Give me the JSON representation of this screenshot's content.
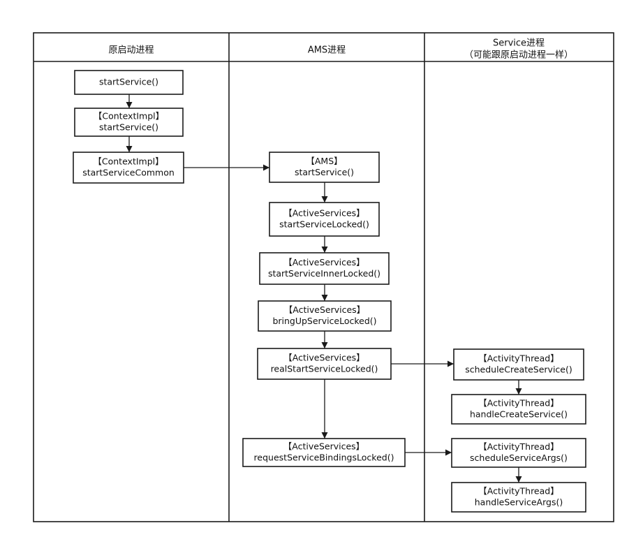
{
  "lanes": [
    {
      "id": "lane-origin",
      "title_lines": [
        "原启动进程"
      ]
    },
    {
      "id": "lane-ams",
      "title_lines": [
        "AMS进程"
      ]
    },
    {
      "id": "lane-service",
      "title_lines": [
        "Service进程",
        "（可能跟原启动进程一样）"
      ]
    }
  ],
  "nodes": [
    {
      "id": "start-service",
      "lines": [
        "startService()"
      ]
    },
    {
      "id": "contextimpl-start-service",
      "lines": [
        "【ContextImpl】",
        "startService()"
      ]
    },
    {
      "id": "contextimpl-start-service-common",
      "lines": [
        "【ContextImpl】",
        "startServiceCommon"
      ]
    },
    {
      "id": "ams-start-service",
      "lines": [
        "【AMS】",
        "startService()"
      ]
    },
    {
      "id": "activeservices-start-service-locked",
      "lines": [
        "【ActiveServices】",
        "startServiceLocked()"
      ]
    },
    {
      "id": "activeservices-start-service-inner-locked",
      "lines": [
        "【ActiveServices】",
        "startServiceInnerLocked()"
      ]
    },
    {
      "id": "activeservices-bring-up-service-locked",
      "lines": [
        "【ActiveServices】",
        "bringUpServiceLocked()"
      ]
    },
    {
      "id": "activeservices-real-start-service-locked",
      "lines": [
        "【ActiveServices】",
        "realStartServiceLocked()"
      ]
    },
    {
      "id": "activeservices-request-service-bindings-locked",
      "lines": [
        "【ActiveServices】",
        "requestServiceBindingsLocked()"
      ]
    },
    {
      "id": "activitythread-schedule-create-service",
      "lines": [
        "【ActivityThread】",
        "scheduleCreateService()"
      ]
    },
    {
      "id": "activitythread-handle-create-service",
      "lines": [
        "【ActivityThread】",
        "handleCreateService()"
      ]
    },
    {
      "id": "activitythread-schedule-service-args",
      "lines": [
        "【ActivityThread】",
        "scheduleServiceArgs()"
      ]
    },
    {
      "id": "activitythread-handle-service-args",
      "lines": [
        "【ActivityThread】",
        "handleServiceArgs()"
      ]
    }
  ],
  "edges": [
    {
      "from": "start-service",
      "to": "contextimpl-start-service"
    },
    {
      "from": "contextimpl-start-service",
      "to": "contextimpl-start-service-common"
    },
    {
      "from": "contextimpl-start-service-common",
      "to": "ams-start-service"
    },
    {
      "from": "ams-start-service",
      "to": "activeservices-start-service-locked"
    },
    {
      "from": "activeservices-start-service-locked",
      "to": "activeservices-start-service-inner-locked"
    },
    {
      "from": "activeservices-start-service-inner-locked",
      "to": "activeservices-bring-up-service-locked"
    },
    {
      "from": "activeservices-bring-up-service-locked",
      "to": "activeservices-real-start-service-locked"
    },
    {
      "from": "activeservices-real-start-service-locked",
      "to": "activitythread-schedule-create-service"
    },
    {
      "from": "activitythread-schedule-create-service",
      "to": "activitythread-handle-create-service"
    },
    {
      "from": "activeservices-real-start-service-locked",
      "to": "activeservices-request-service-bindings-locked"
    },
    {
      "from": "activeservices-request-service-bindings-locked",
      "to": "activitythread-schedule-service-args"
    },
    {
      "from": "activitythread-schedule-service-args",
      "to": "activitythread-handle-service-args"
    }
  ]
}
